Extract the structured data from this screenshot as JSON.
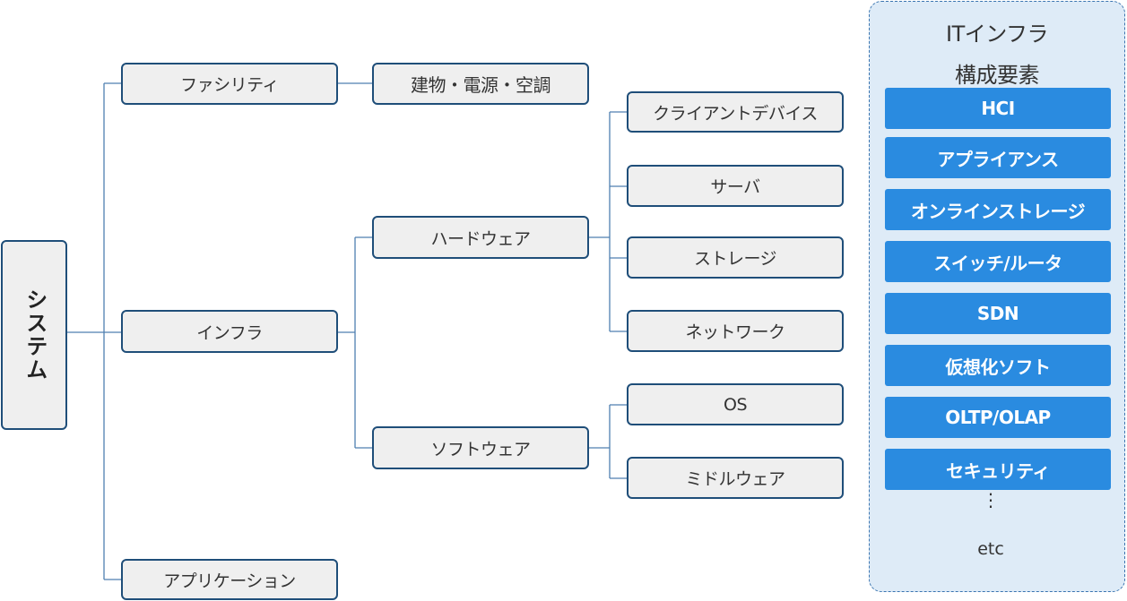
{
  "root": {
    "label": "システム"
  },
  "level1": {
    "facility": "ファシリティ",
    "infra": "インフラ",
    "application": "アプリケーション"
  },
  "facility_detail": "建物・電源・空調",
  "level2": {
    "hardware": "ハードウェア",
    "software": "ソフトウェア"
  },
  "hardware_items": [
    "クライアントデバイス",
    "サーバ",
    "ストレージ",
    "ネットワーク"
  ],
  "software_items": [
    "OS",
    "ミドルウェア"
  ],
  "panel": {
    "title_line1": "ITインフラ",
    "title_line2": "構成要素",
    "items": [
      "HCI",
      "アプライアンス",
      "オンラインストレージ",
      "スイッチ/ルータ",
      "SDN",
      "仮想化ソフト",
      "OLTP/OLAP",
      "セキュリティ"
    ],
    "ellipsis": "⋮",
    "etc": "etc",
    "accent_color": "#2a8be0",
    "background_color": "#deebf7"
  },
  "colors": {
    "node_border": "#1f4e79",
    "node_fill": "#efefef",
    "connector": "#4f7fb0"
  }
}
